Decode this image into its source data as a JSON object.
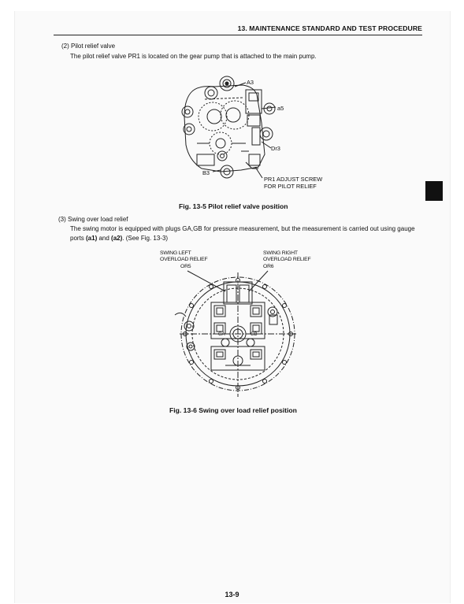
{
  "header": {
    "title": "13. MAINTENANCE STANDARD AND TEST PROCEDURE"
  },
  "section_pilot": {
    "heading": "(2)  Pilot relief valve",
    "body": "The pilot relief valve PR1 is located on the gear pump that is attached to the main pump."
  },
  "figure_1": {
    "labels": {
      "a3": "A3",
      "a5": "a5",
      "dr3": "Dr3",
      "b3": "B3",
      "pr1_line1": "PR1 ADJUST SCREW",
      "pr1_line2": "FOR PILOT RELIEF"
    },
    "caption": "Fig. 13-5 Pilot relief valve position"
  },
  "section_swing": {
    "heading": "(3)  Swing over load relief",
    "body_start": "The swing motor is equipped with plugs GA,GB for pressure measurement, but the measurement is carried out using gauge ports ",
    "a1": "(a1)",
    "and": " and ",
    "a2": "(a2)",
    "body_end": ". (See Fig. 13-3)"
  },
  "figure_2": {
    "labels": {
      "swing_left_line1": "SWING LEFT",
      "swing_left_line2": "OVERLOAD RELIEF",
      "or5": "OR5",
      "swing_right_line1": "SWING RIGHT",
      "swing_right_line2": "OVERLOAD RELIEF",
      "or6": "OR6",
      "ga": "GA",
      "gb": "GB"
    },
    "caption": "Fig. 13-6 Swing over load relief position"
  },
  "page_number": "13-9"
}
